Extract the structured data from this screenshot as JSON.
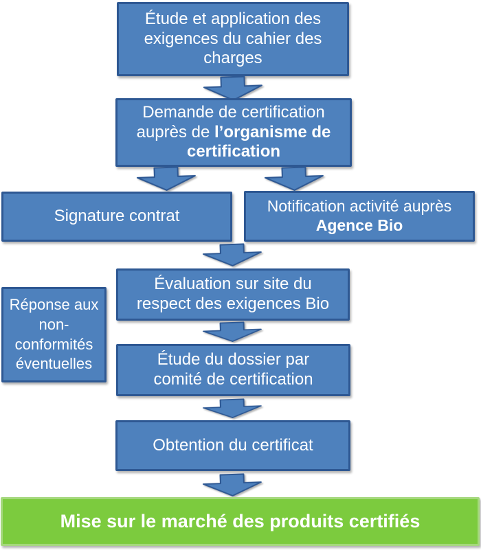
{
  "colors": {
    "background": "#FFFFFF",
    "box_fill": "#4E81BD",
    "box_border": "#2E5893",
    "arrow_fill": "#4E81BD",
    "arrow_border": "#2E5893",
    "final_fill": "#7CCB3E",
    "final_border": "#A5D87D",
    "text": "#FFFFFF"
  },
  "flowchart": {
    "nodes": {
      "etude_exigences": {
        "text": "Étude et application des exigences du cahier des charges"
      },
      "demande_certification": {
        "text_regular": "Demande de certification auprès de ",
        "text_bold": "l’organisme de certification"
      },
      "signature_contrat": {
        "text": "Signature contrat"
      },
      "notification_activite": {
        "text_regular": "Notification activité auprès ",
        "text_bold": "Agence Bio"
      },
      "evaluation_site": {
        "text": "Évaluation sur site du respect des exigences  Bio"
      },
      "reponse_non_conformites": {
        "text": "Réponse aux non-conformités éventuelles"
      },
      "etude_dossier": {
        "text": "Étude du dossier par comité de certification"
      },
      "obtention_certificat": {
        "text": "Obtention du certificat"
      },
      "mise_marche": {
        "text": "Mise sur le marché des produits certifiés"
      }
    }
  }
}
